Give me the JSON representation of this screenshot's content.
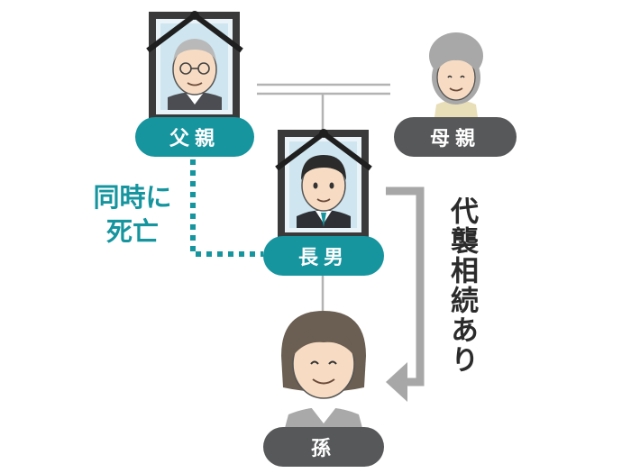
{
  "persons": {
    "father": "父親",
    "mother": "母親",
    "eldest_son": "長男",
    "grandchild": "孫"
  },
  "labels": {
    "simultaneous_death_line1": "同時に",
    "simultaneous_death_line2": "死亡",
    "representative_inheritance": "代襲相続あり"
  },
  "colors": {
    "teal": "#16959f",
    "dark_gray": "#57585a",
    "line_gray": "#b3b3b3",
    "arrow_gray": "#a7a7a7"
  },
  "icons": [
    "mourning-portrait-frame",
    "father-avatar",
    "mother-avatar",
    "eldest-son-avatar",
    "grandchild-avatar"
  ]
}
